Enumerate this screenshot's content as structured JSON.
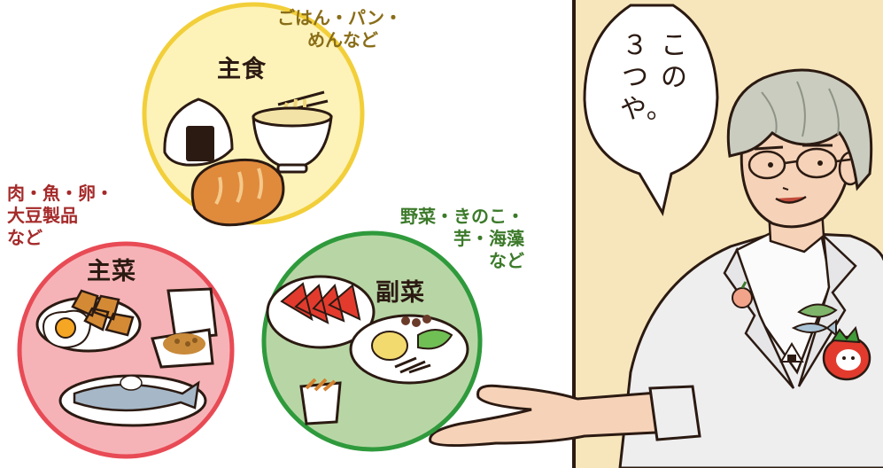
{
  "staple": {
    "title": "主食",
    "caption_lines": [
      "ごはん・パン・",
      "めんなど"
    ],
    "colors": {
      "ring": "#f2cf3a",
      "fill": "#fdf3b8",
      "caption": "#8a6d18"
    }
  },
  "main": {
    "title": "主菜",
    "caption_lines": [
      "肉・魚・卵・",
      "大豆製品",
      "など"
    ],
    "colors": {
      "ring": "#e84b55",
      "fill": "#f6b3b7",
      "caption": "#a52a2a"
    }
  },
  "side": {
    "title": "副菜",
    "caption_lines": [
      "野菜・きのこ・",
      "芋・海藻",
      "など"
    ],
    "colors": {
      "ring": "#2f9a3c",
      "fill": "#b8d6a5",
      "caption": "#3c7a2a"
    }
  },
  "speech": {
    "columns": [
      "この",
      "３つや。"
    ]
  },
  "panel": {
    "background": "#f7e6bb"
  },
  "icons": [
    "onigiri-icon",
    "noodle-bowl-icon",
    "bread-icon",
    "fried-chicken-icon",
    "fried-egg-icon",
    "natto-pack-icon",
    "grilled-fish-icon",
    "tomato-plate-icon",
    "salad-plate-icon",
    "kinpira-bowl-icon",
    "character-illustration",
    "tomato-mascot-icon"
  ]
}
